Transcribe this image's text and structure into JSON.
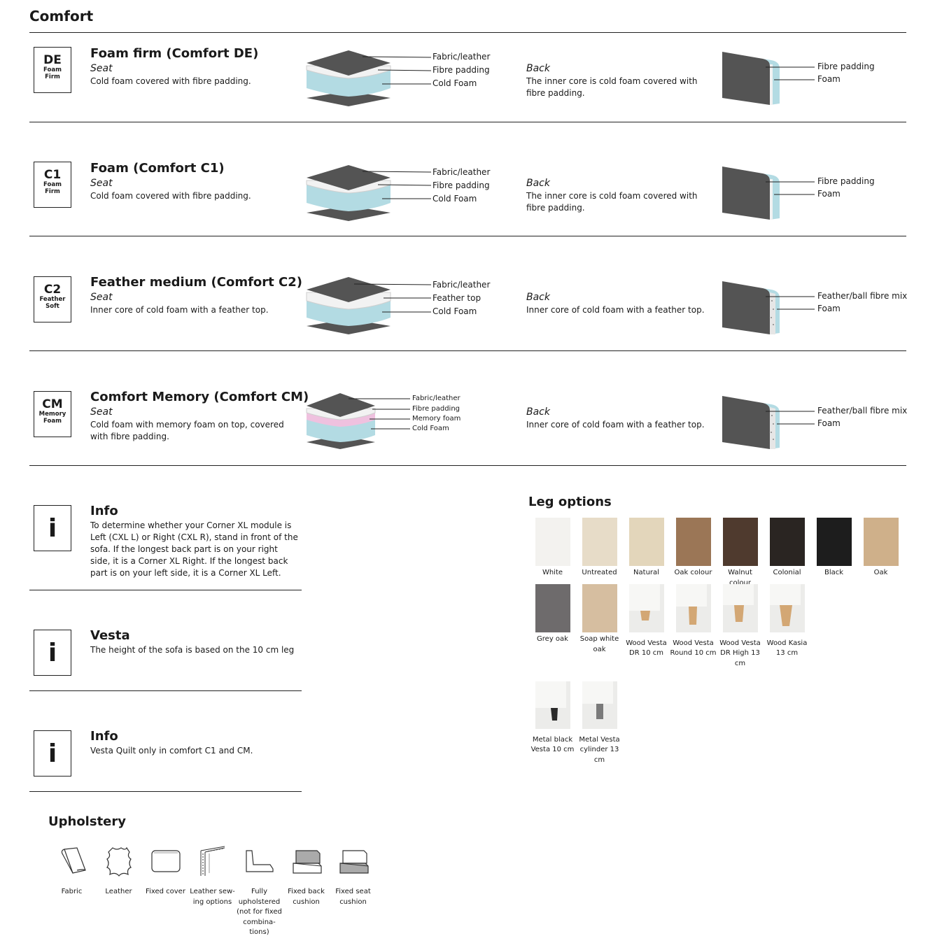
{
  "section_title": "Comfort",
  "comfort": [
    {
      "code": "DE",
      "code_sub": "Foam\nFirm",
      "title": "Foam firm (Comfort DE)",
      "seat_label": "Seat",
      "seat_desc": "Cold foam covered with fibre padding.",
      "seat_layers": [
        "Fabric/leather",
        "Fibre padding",
        "Cold Foam"
      ],
      "back_label": "Back",
      "back_desc": "The inner core is cold foam covered with fibre padding.",
      "back_layers": [
        "Fibre padding",
        "Foam"
      ]
    },
    {
      "code": "C1",
      "code_sub": "Foam\nFirm",
      "title": "Foam (Comfort C1)",
      "seat_label": "Seat",
      "seat_desc": "Cold foam covered with fibre padding.",
      "seat_layers": [
        "Fabric/leather",
        "Fibre padding",
        "Cold Foam"
      ],
      "back_label": "Back",
      "back_desc": "The inner core is cold foam covered with fibre padding.",
      "back_layers": [
        "Fibre padding",
        "Foam"
      ]
    },
    {
      "code": "C2",
      "code_sub": "Feather\nSoft",
      "title": "Feather medium (Comfort C2)",
      "seat_label": "Seat",
      "seat_desc": "Inner core of cold foam with a feather top.",
      "seat_layers": [
        "Fabric/leather",
        "Feather top",
        "Cold Foam"
      ],
      "back_label": "Back",
      "back_desc": "Inner core of cold foam with a feather top.",
      "back_layers": [
        "Feather/ball fibre mix",
        "Foam"
      ]
    },
    {
      "code": "CM",
      "code_sub": "Memory\nFoam",
      "title": "Comfort Memory (Comfort CM)",
      "seat_label": "Seat",
      "seat_desc": "Cold foam with memory foam on top, covered with fibre padding.",
      "seat_layers": [
        "Fabric/leather",
        "Fibre padding",
        "Memory foam",
        "Cold Foam"
      ],
      "back_label": "Back",
      "back_desc": "Inner core of cold foam with a feather top.",
      "back_layers": [
        "Feather/ball fibre mix",
        "Foam"
      ]
    }
  ],
  "info_blocks": [
    {
      "icon": "i",
      "title": "Info",
      "text": "To determine whether your Corner XL module is Left (CXL L) or Right (CXL R), stand in front of the sofa. If the longest back part is on your right side, it is a Corner XL Right. If the longest back part is on your left side, it is a Corner XL Left."
    },
    {
      "icon": "i",
      "title": "Vesta",
      "text": "The height of the sofa is based on the 10 cm leg"
    },
    {
      "icon": "i",
      "title": "Info",
      "text": "Vesta Quilt only in comfort C1 and CM."
    }
  ],
  "leg_options": {
    "title": "Leg options",
    "items": [
      {
        "label": "White",
        "color": "#f3f2ef"
      },
      {
        "label": "Untreated",
        "color": "#e7dcc8"
      },
      {
        "label": "Natural",
        "color": "#e3d6bb"
      },
      {
        "label": "Oak colour",
        "color": "#9b7656"
      },
      {
        "label": "Walnut colour",
        "color": "#4f3a2e"
      },
      {
        "label": "Colonial",
        "color": "#2a2522"
      },
      {
        "label": "Black",
        "color": "#1d1d1d"
      },
      {
        "label": "Oak",
        "color": "#cfb08a"
      },
      {
        "label": "Grey oak",
        "color": "#6e6b6c"
      },
      {
        "label": "Soap white oak",
        "color": "#d6bea0"
      },
      {
        "label": "Wood Vesta DR 10 cm",
        "color": "#e9e9e7"
      },
      {
        "label": "Wood Vesta Round 10 cm",
        "color": "#e9e9e7"
      },
      {
        "label": "Wood Vesta DR High 13 cm",
        "color": "#e9e9e7"
      },
      {
        "label": "Wood Kasia 13 cm",
        "color": "#e9e9e7"
      },
      {
        "label": "Metal black Vesta 10 cm",
        "color": "#e9e9e7"
      },
      {
        "label": "Metal Vesta cylinder 13 cm",
        "color": "#e9e9e7"
      }
    ]
  },
  "upholstery": {
    "title": "Upholstery",
    "items": [
      {
        "label": "Fabric",
        "icon": "fabric-icon"
      },
      {
        "label": "Leather",
        "icon": "leather-icon"
      },
      {
        "label": "Fixed cover",
        "icon": "fixed-cover-icon"
      },
      {
        "label": "Leather sew-ing options",
        "icon": "leather-sewing-icon"
      },
      {
        "label": "Fully upholstered (not for fixed combina-tions)",
        "icon": "fully-upholstered-icon"
      },
      {
        "label": "Fixed back cushion",
        "icon": "fixed-back-cushion-icon"
      },
      {
        "label": "Fixed seat cushion",
        "icon": "fixed-seat-cushion-icon"
      }
    ]
  },
  "colors": {
    "upholstery_grey": "#545454",
    "foam_blue": "#b3dbe3",
    "memory_pink": "#efc1df",
    "fibre_white": "#f2f2f2",
    "line": "#222222"
  }
}
